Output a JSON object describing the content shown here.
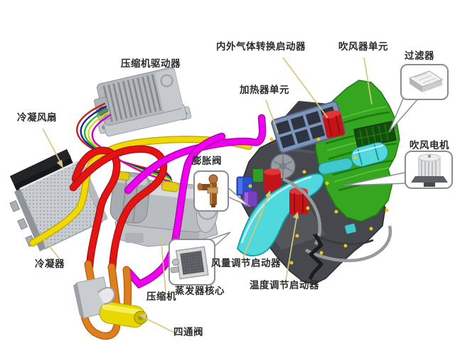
{
  "labels": {
    "condenser_fan": "冷凝风扇",
    "condenser": "冷凝器",
    "compressor_driver": "压缩机驱动器",
    "inner_outer_air_actuator": "内外气体转换启动器",
    "heater_unit": "加热器单元",
    "blower_unit": "吹风器单元",
    "filter": "过滤器",
    "blower_motor": "吹风电机",
    "expansion_valve": "膨胀阀",
    "compressor": "压缩机",
    "evaporator_core": "蒸发器核心",
    "air_volume_actuator": "风量调节启动器",
    "temperature_actuator": "温度调节启动器",
    "four_way_valve": "四通阀"
  },
  "colors": {
    "background": "#ffffff",
    "label_text": "#2b2b2b",
    "leader_line": "#d2c87e",
    "pipe_yellow": "#f0d800",
    "pipe_red": "#e41414",
    "pipe_magenta": "#ee00ee",
    "pipe_orange": "#dd7f1f",
    "wire_red": "#cc2020",
    "wire_navy": "#1a2a8c",
    "wire_green": "#2fb82f",
    "wire_yellow": "#d8d820",
    "wire_magenta": "#cc00cc",
    "hvac_green": "#36a51f",
    "hvac_cyan": "#4fd9dd",
    "housing_gray": "#47484e",
    "tray_blue": "#7d95ba",
    "actuator_red": "#c41418",
    "valve_yellow": "#e8d800",
    "copper": "#9a5420",
    "metal_gray": "#b4b7bc"
  }
}
